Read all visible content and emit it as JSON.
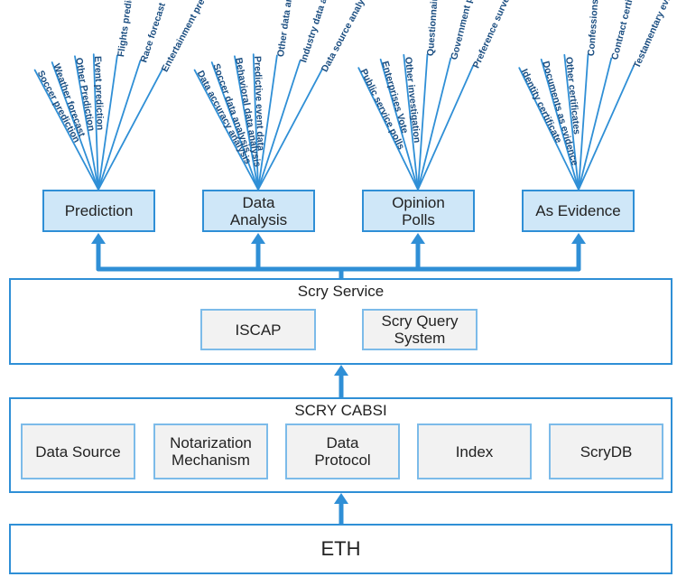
{
  "eth": {
    "label": "ETH"
  },
  "cabsi": {
    "title": "SCRY CABSI",
    "items": [
      "Data Source",
      "Notarization\nMechanism",
      "Data\nProtocol",
      "Index",
      "ScryDB"
    ]
  },
  "service": {
    "title": "Scry Service",
    "items": [
      "ISCAP",
      "Scry Query\nSystem"
    ]
  },
  "applications": [
    {
      "label": "Prediction",
      "leaves": [
        "Soccer prediction",
        "Weather forecast",
        "Other Prediction",
        "Event prediction",
        "Flights prediction",
        "Race forecast",
        "Entertainment prediction"
      ]
    },
    {
      "label": "Data\nAnalysis",
      "leaves": [
        "Data accuracy analysis",
        "Soccer data analysis",
        "Behavioral data analysis",
        "Predictive event data",
        "Other data analysis",
        "Industry data analysis",
        "Data source analysis"
      ]
    },
    {
      "label": "Opinion\nPolls",
      "leaves": [
        "Public service polls",
        "Enterprises Vote",
        "Other investigation",
        "Questionnaire",
        "Government policy polls",
        "Preference survey"
      ]
    },
    {
      "label": "As Evidence",
      "leaves": [
        "Identity certificate",
        "Documents as evidence",
        "Other certificates",
        "Confessions as evidence",
        "Contract certificate",
        "Testamentary evidence"
      ]
    }
  ],
  "colors": {
    "line": "#2f8fd6",
    "app_fill": "#cfe7f8",
    "box_fill": "#f2f2f2",
    "leaf_text": "#1a4d80"
  }
}
